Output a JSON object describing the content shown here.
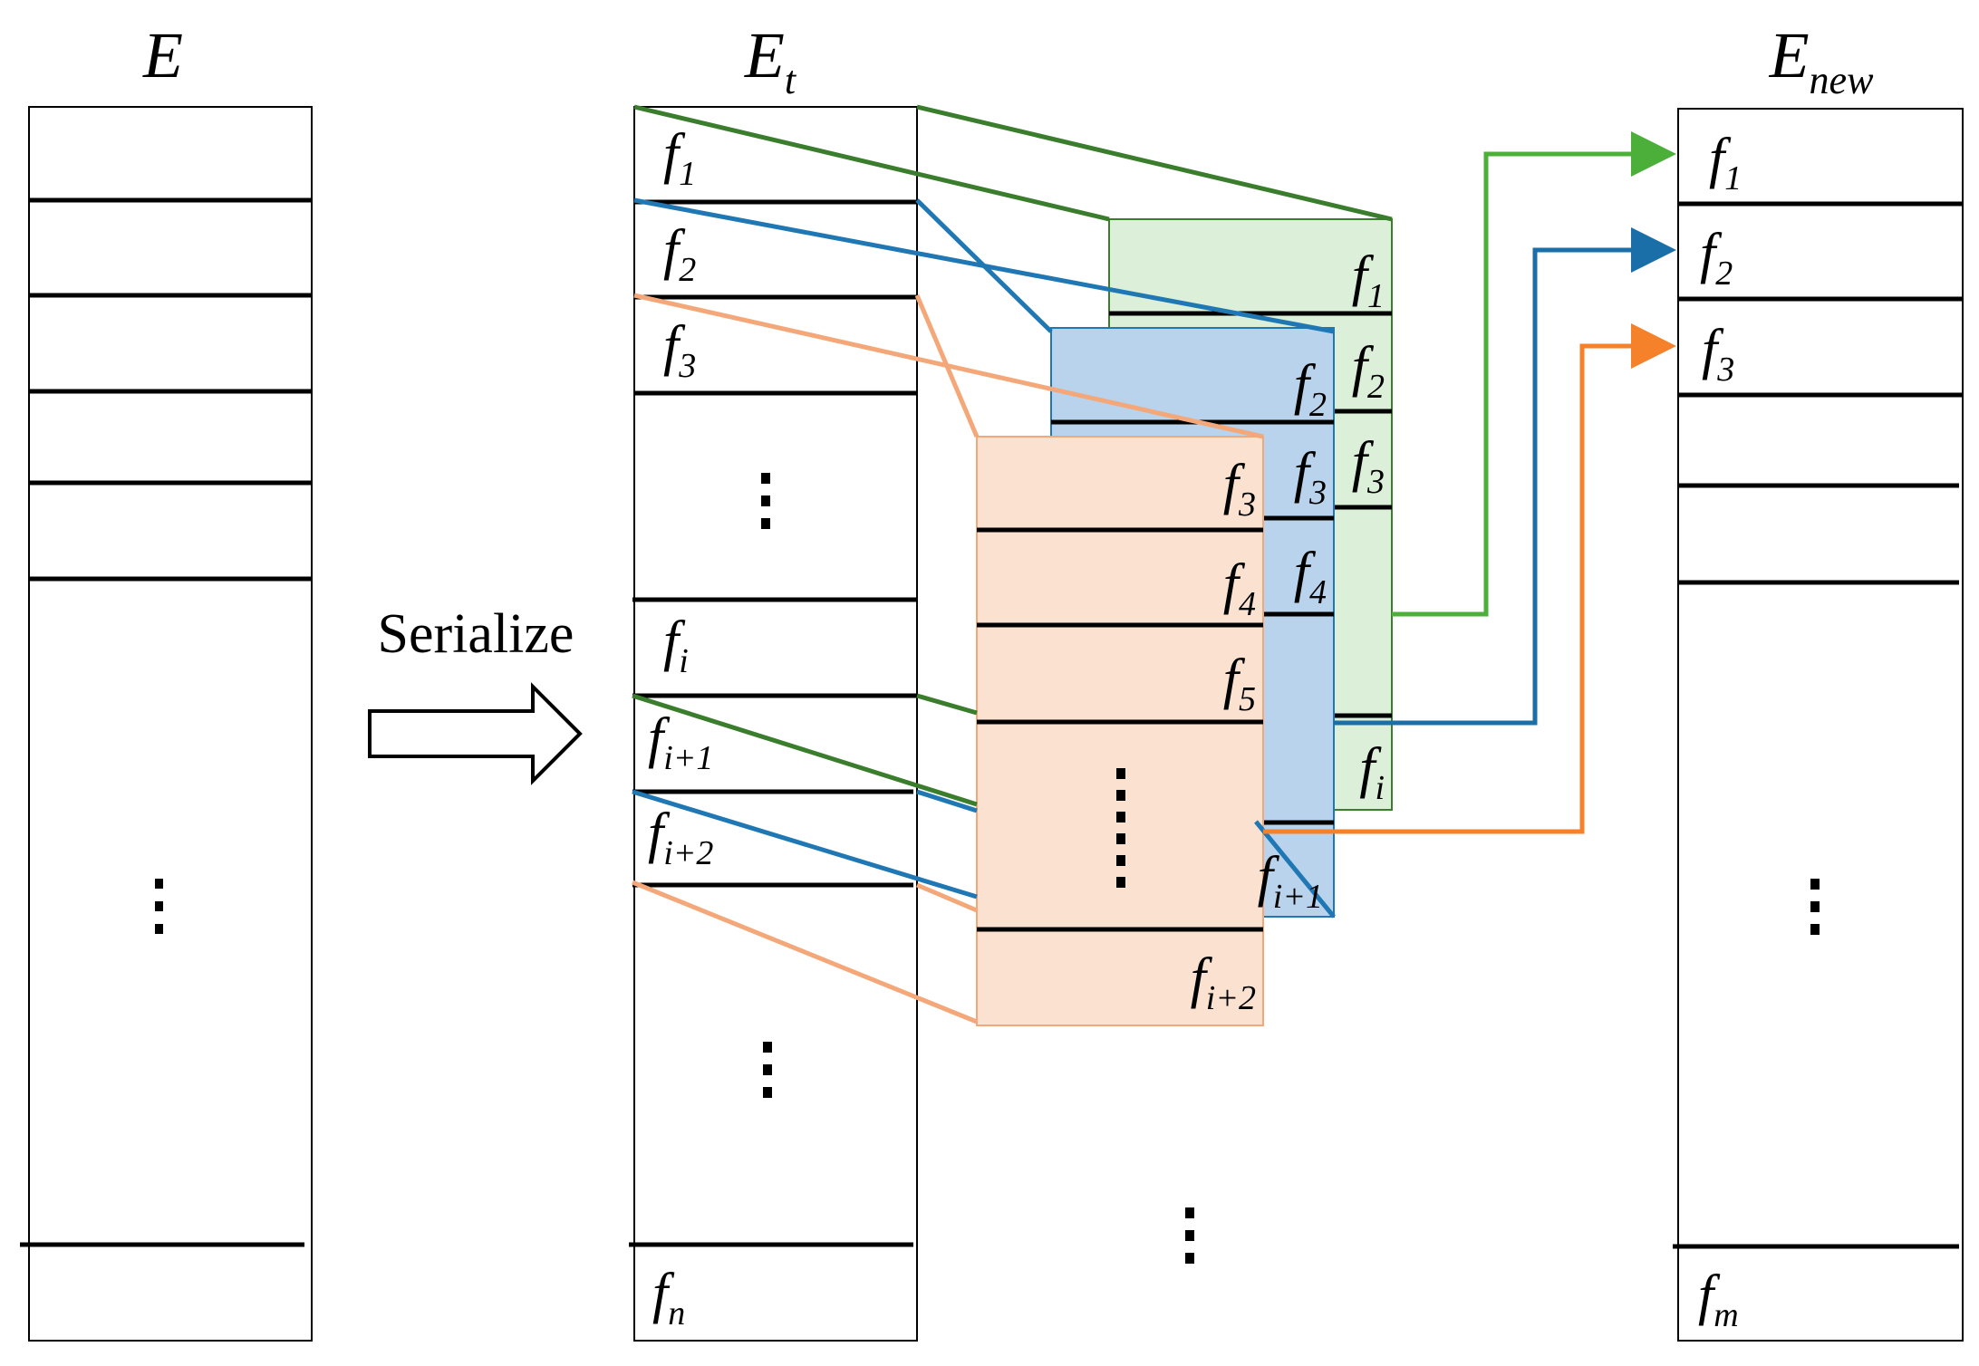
{
  "titles": {
    "E": "E",
    "Et_base": "E",
    "Et_sub": "t",
    "Enew_base": "E",
    "Enew_sub": "new"
  },
  "serialize_label": "Serialize",
  "et_labels": [
    {
      "base": "f",
      "sub": "1"
    },
    {
      "base": "f",
      "sub": "2"
    },
    {
      "base": "f",
      "sub": "3"
    },
    {
      "base": "f",
      "sub": "i"
    },
    {
      "base": "f",
      "sub": "i+1"
    },
    {
      "base": "f",
      "sub": "i+2"
    },
    {
      "base": "f",
      "sub": "n"
    }
  ],
  "green_block_labels": [
    {
      "base": "f",
      "sub": "1"
    },
    {
      "base": "f",
      "sub": "2"
    },
    {
      "base": "f",
      "sub": "3"
    },
    {
      "base": "f",
      "sub": "i"
    }
  ],
  "blue_block_labels": [
    {
      "base": "f",
      "sub": "2"
    },
    {
      "base": "f",
      "sub": "3"
    },
    {
      "base": "f",
      "sub": "4"
    },
    {
      "base": "f",
      "sub": "i+1"
    }
  ],
  "orange_block_labels": [
    {
      "base": "f",
      "sub": "3"
    },
    {
      "base": "f",
      "sub": "4"
    },
    {
      "base": "f",
      "sub": "5"
    },
    {
      "base": "f",
      "sub": "i+2"
    }
  ],
  "enew_labels": [
    {
      "base": "f",
      "sub": "1"
    },
    {
      "base": "f",
      "sub": "2"
    },
    {
      "base": "f",
      "sub": "3"
    },
    {
      "base": "f",
      "sub": "m"
    }
  ],
  "colors": {
    "green_line": "#3a7d2c",
    "blue_line": "#1f77b4",
    "orange_line": "#f4a879",
    "green_fill": "#dcefd8",
    "blue_fill": "#b9d3ec",
    "orange_fill": "#fbe1cf",
    "green_arrow": "#4caf3a",
    "blue_arrow": "#1a6fa8",
    "orange_arrow": "#f5822a"
  }
}
